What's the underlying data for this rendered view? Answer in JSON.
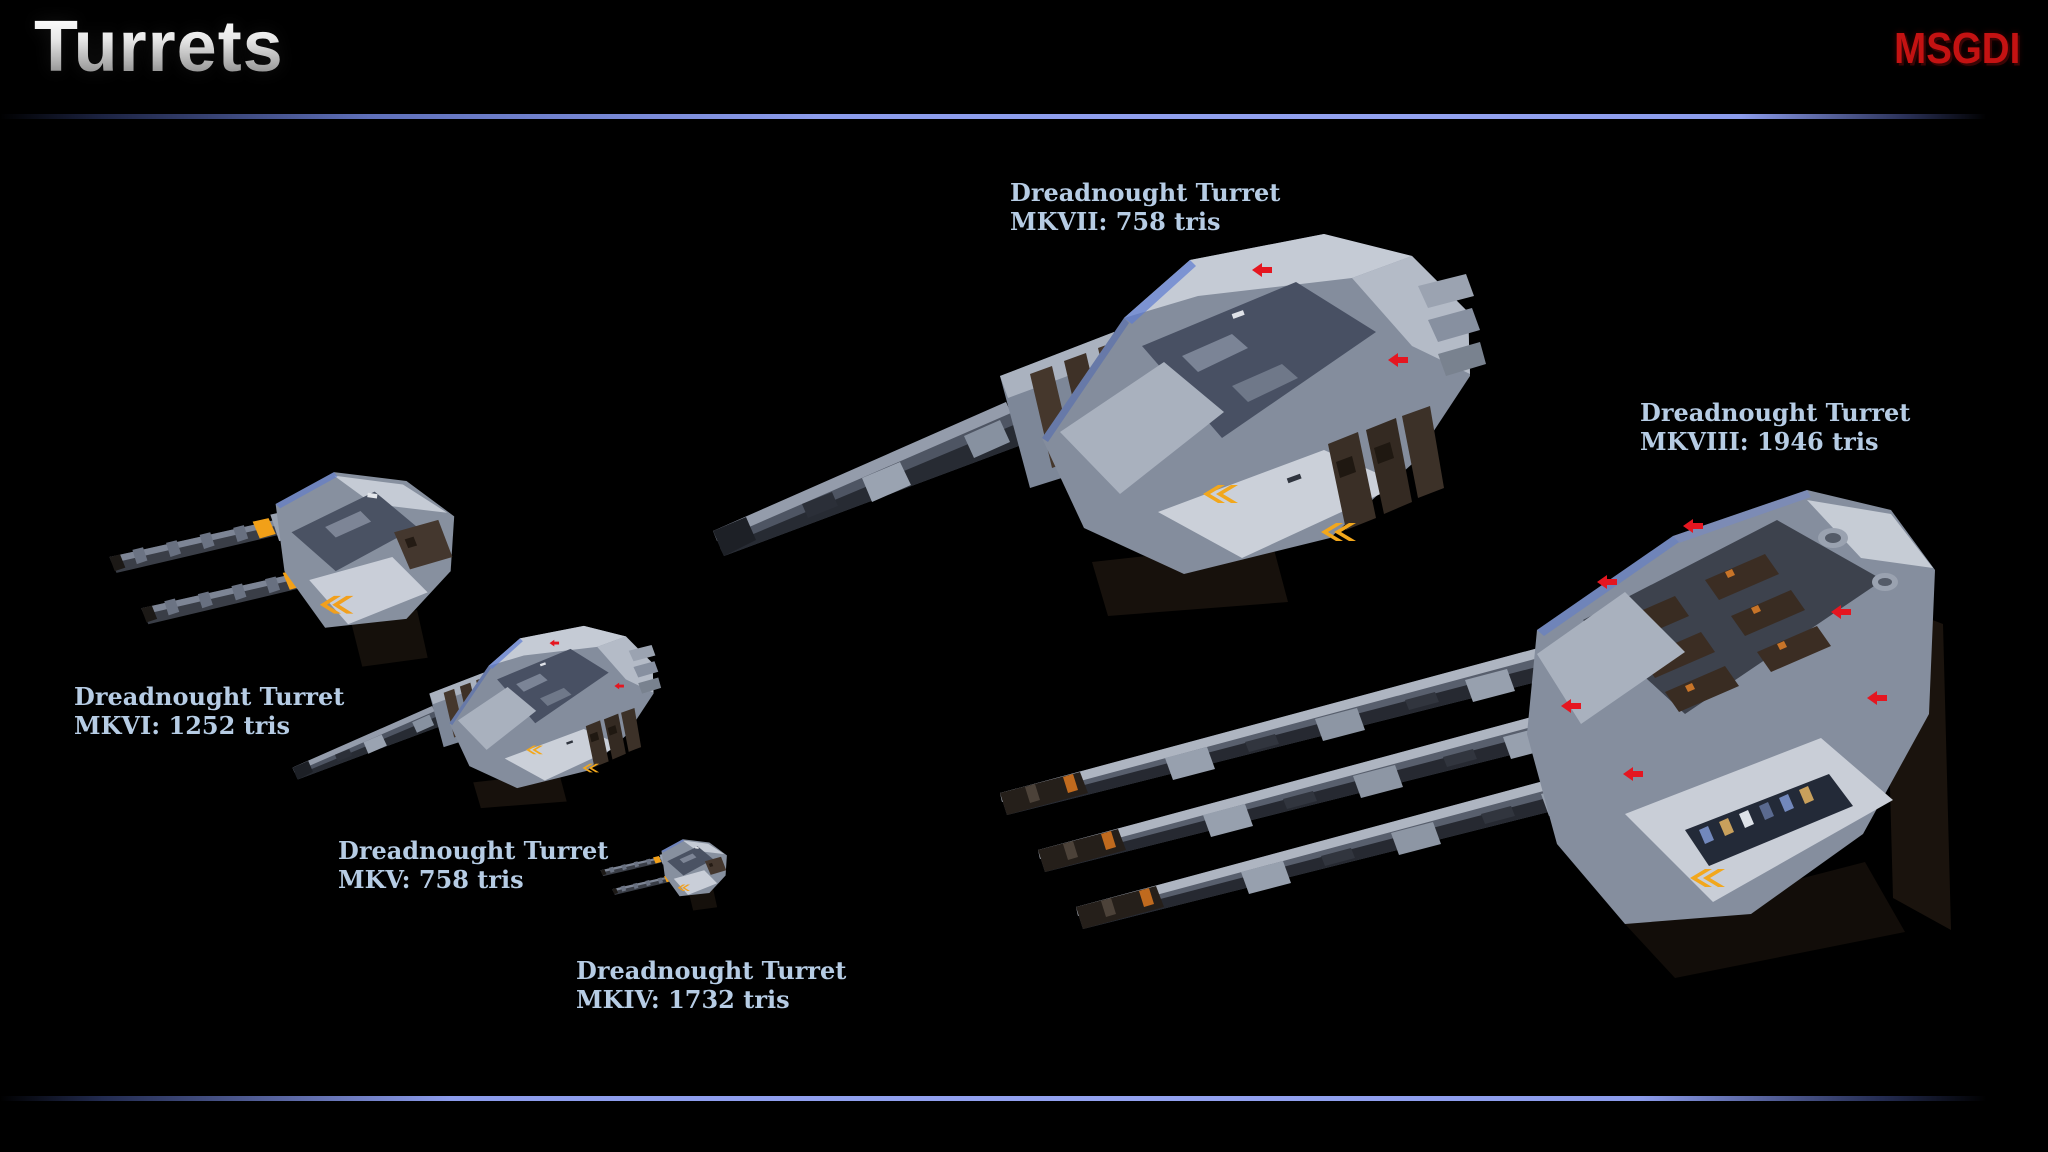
{
  "header": {
    "title": "Turrets",
    "logo_text": "MSGDI"
  },
  "labels": {
    "mkvii": {
      "line1": "Dreadnought Turret",
      "line2": "MKVII: 758 tris"
    },
    "mkviii": {
      "line1": "Dreadnought Turret",
      "line2": "MKVIII: 1946 tris"
    },
    "mkvi": {
      "line1": "Dreadnought Turret",
      "line2": "MKVI: 1252 tris"
    },
    "mkv": {
      "line1": "Dreadnought Turret",
      "line2": "MKV: 758 tris"
    },
    "mkiv": {
      "line1": "Dreadnought Turret",
      "line2": "MKIV: 1732 tris"
    }
  },
  "colors": {
    "background": "#000000",
    "label_text": "#b6cce4",
    "divider_blue": "#8c9cec",
    "logo_red": "#c41212",
    "hull_grey": "#858e9e",
    "accent_yellow": "#f2a71c",
    "accent_red": "#e51620"
  }
}
